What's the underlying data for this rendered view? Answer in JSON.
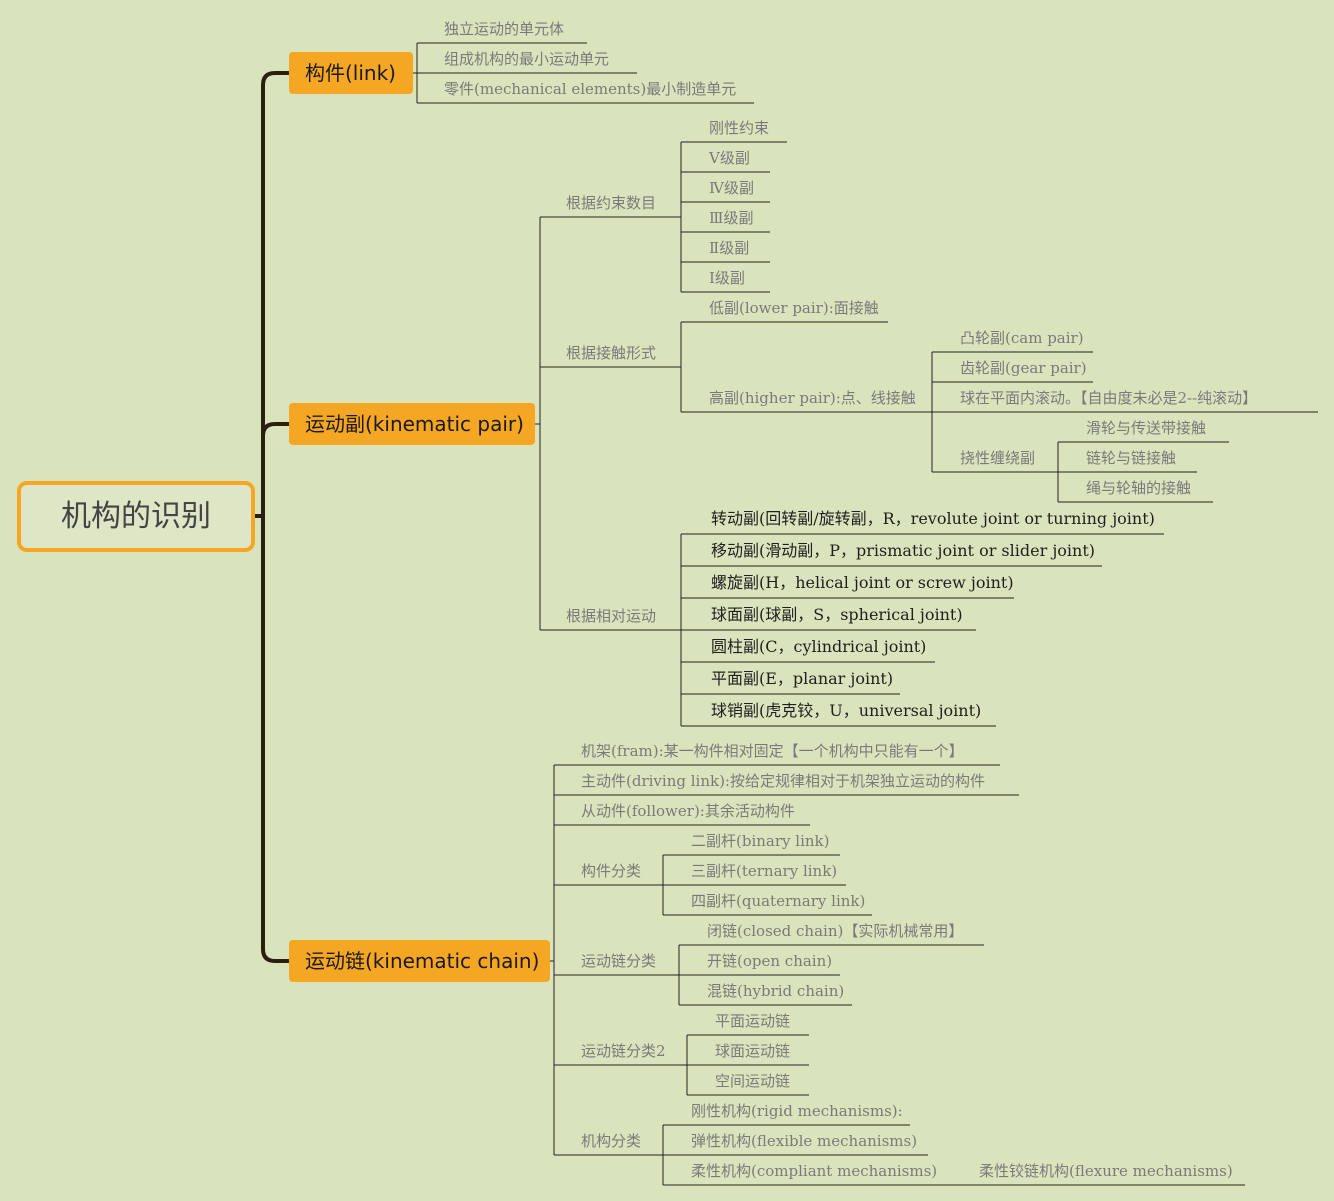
{
  "root": "机构的识别",
  "branches": {
    "link": "构件(link)",
    "pair": "运动副(kinematic pair)",
    "chain": "运动链(kinematic chain)"
  },
  "link_items": [
    "独立运动的单元体",
    "组成机构的最小运动单元",
    "零件(mechanical elements)最小制造单元"
  ],
  "pair": {
    "by_constraint": {
      "label": "根据约束数目",
      "items": [
        "刚性约束",
        "Ⅴ级副",
        "Ⅳ级副",
        "Ⅲ级副",
        "Ⅱ级副",
        "Ⅰ级副"
      ]
    },
    "by_contact": {
      "label": "根据接触形式",
      "lower": "低副(lower pair):面接触",
      "higher": "高副(higher pair):点、线接触",
      "higher_items": [
        "凸轮副(cam pair)",
        "齿轮副(gear pair)",
        "球在平面内滚动。【自由度未必是2--纯滚动】"
      ],
      "flexible": {
        "label": "挠性缠绕副",
        "items": [
          "滑轮与传送带接触",
          "链轮与链接触",
          "绳与轮轴的接触"
        ]
      }
    },
    "by_motion": {
      "label": "根据相对运动",
      "items": [
        "转动副(回转副/旋转副，R，revolute joint or turning joint)",
        "移动副(滑动副，P，prismatic joint or slider joint)",
        "螺旋副(H，helical joint or screw joint)",
        "球面副(球副，S，spherical joint)",
        "圆柱副(C，cylindrical joint)",
        "平面副(E，planar joint)",
        "球销副(虎克铰，U，universal joint)"
      ]
    }
  },
  "chain": {
    "frame": "机架(fram):某一构件相对固定【一个机构中只能有一个】",
    "driving": "主动件(driving link):按给定规律相对于机架独立运动的构件",
    "follower": "从动件(follower):其余活动构件",
    "link_class": {
      "label": "构件分类",
      "items": [
        "二副杆(binary link)",
        "三副杆(ternary link)",
        "四副杆(quaternary link)"
      ]
    },
    "chain_class": {
      "label": "运动链分类",
      "items": [
        "闭链(closed chain)【实际机械常用】",
        "开链(open chain)",
        "混链(hybrid chain)"
      ]
    },
    "chain_class2": {
      "label": "运动链分类2",
      "items": [
        "平面运动链",
        "球面运动链",
        "空间运动链"
      ]
    },
    "mech_class": {
      "label": "机构分类",
      "items": [
        "刚性机构(rigid mechanisms):",
        "弹性机构(flexible mechanisms)",
        "柔性机构(compliant mechanisms)"
      ],
      "compliant_sub": "柔性铰链机构(flexure mechanisms)"
    }
  },
  "colors": {
    "background": "#d9e4bd",
    "branch_fill": "#f5a623",
    "trunk_line": "#2a1f10",
    "text_gray": "#7a7a7a",
    "text_dark": "#1f1f1f"
  }
}
